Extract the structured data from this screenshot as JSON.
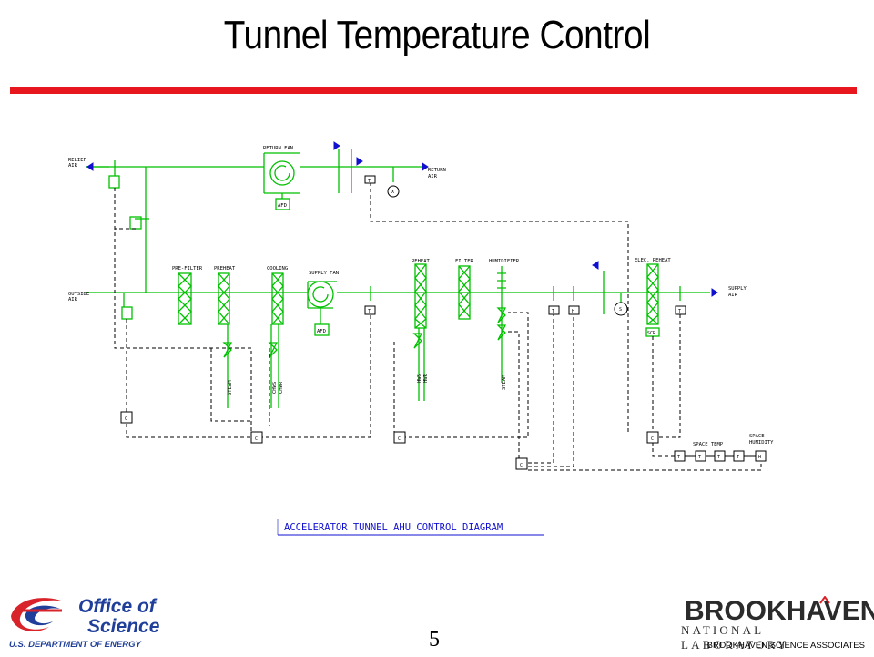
{
  "slide": {
    "title": "Tunnel Temperature Control",
    "page_number": "5",
    "accent_color": "#e8161d"
  },
  "diagram": {
    "caption": "ACCELERATOR TUNNEL AHU CONTROL DIAGRAM",
    "line_color": "#00c000",
    "labels": {
      "relief_air": [
        "RELIEF",
        "AIR"
      ],
      "outside_air": [
        "OUTSIDE",
        "AIR"
      ],
      "return_fan": "RETURN FAN",
      "return_air": [
        "RETURN",
        "AIR"
      ],
      "supply_air": [
        "SUPPLY",
        "AIR"
      ],
      "pre_filter": "PRE-FILTER",
      "preheat": "PREHEAT",
      "cooling": "COOLING",
      "supply_fan": "SUPPLY FAN",
      "reheat": "REHEAT",
      "filter": "FILTER",
      "humidifier": "HUMIDIFIER",
      "elec_reheat": "ELEC. REHEAT",
      "space_temp": "SPACE TEMP",
      "space_humidity": [
        "SPACE",
        "HUMIDITY"
      ],
      "afd": "AFD",
      "scr": "SCR",
      "steam": "STEAM",
      "chw_s": "CHWS",
      "chw_r": "CHWR",
      "hw_s": "HWS",
      "hw_r": "HWR",
      "steam2": "STEAM",
      "t": "T",
      "h": "H",
      "c": "C",
      "s": "S",
      "x": "X"
    }
  },
  "footer": {
    "office_line1": "Office of",
    "office_line2": "Science",
    "doe": "U.S. DEPARTMENT OF ENERGY",
    "bnl_name": "BROOKHAVEN",
    "bnl_sub": "NATIONAL LABORATORY",
    "bnl_assoc": "BROOKHAVEN SCIENCE ASSOCIATES",
    "colors": {
      "doe_blue": "#1f3f9a",
      "doe_red": "#d9232a",
      "bnl_gray": "#2b2b2b"
    }
  }
}
